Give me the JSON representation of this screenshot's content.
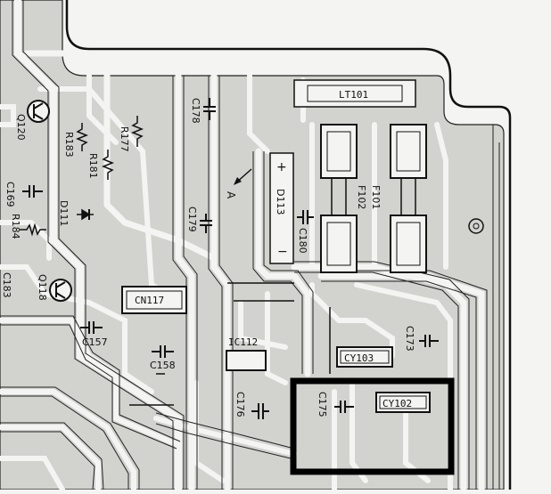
{
  "colors": {
    "paper": "#f4f4f2",
    "ink": "#1a1a1a",
    "trace": "#ffffff",
    "highlight": "#000000"
  },
  "labels": {
    "q120": "Q120",
    "r183": "R183",
    "r177": "R177",
    "c178": "C178",
    "r181": "R181",
    "c169": "C169",
    "d111": "D111",
    "r184": "R184",
    "c183": "C183",
    "q118": "Q118",
    "c179": "C179",
    "d113": "D113",
    "a": "A",
    "c180": "C180",
    "lt101": "LT101",
    "f102": "F102",
    "f101": "F101",
    "cn117": "CN117",
    "c157": "C157",
    "c158": "C158",
    "ic112": "IC112",
    "cy103": "CY103",
    "c173": "C173",
    "c176": "C176",
    "c175": "C175",
    "cy102": "CY102",
    "plus": "+",
    "minus": "−"
  }
}
